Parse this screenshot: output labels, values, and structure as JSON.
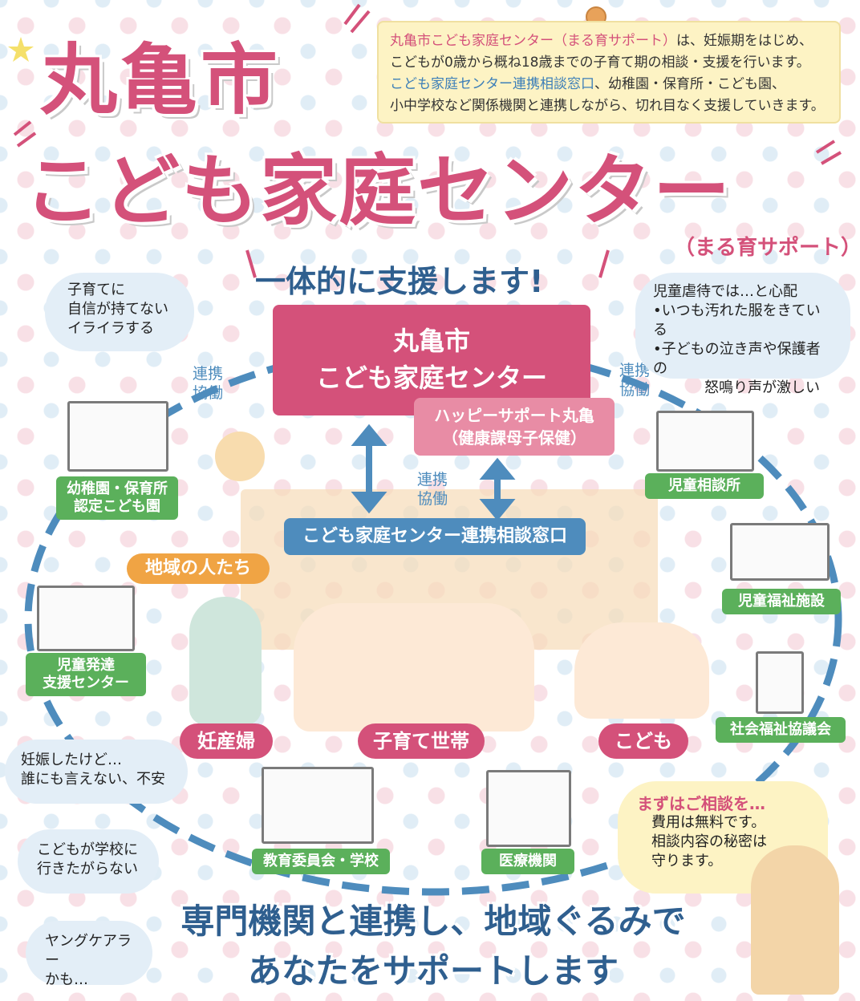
{
  "title": {
    "line1": "丸亀市",
    "line2": "こども家庭センター",
    "sub": "（まる育サポート）"
  },
  "intro": {
    "line1_hl": "丸亀市こども家庭センター（まる育サポート）",
    "line1_rest": "は、妊娠期をはじめ、",
    "line2": "こどもが0歳から概ね18歳までの子育て期の相談・支援を行います。",
    "line3_hl": "こども家庭センター連携相談窓口",
    "line3_rest": "、幼稚園・保育所・こども園、",
    "line4": "小中学校など関係機関と連携しながら、切れ目なく支援していきます。"
  },
  "slogan": "一体的に支援します!",
  "center": {
    "line1": "丸亀市",
    "line2": "こども家庭センター"
  },
  "happy": {
    "line1": "ハッピーサポート丸亀",
    "line2": "（健康課母子保健）"
  },
  "window": "こども家庭センター連携相談窓口",
  "renkei": {
    "line1": "連携",
    "line2": "協働"
  },
  "orgs": {
    "kindergarten": {
      "line1": "幼稚園・保育所",
      "line2": "認定こども園"
    },
    "child_guidance": "児童相談所",
    "welfare_facility": "児童福祉施設",
    "dev_support": {
      "line1": "児童発達",
      "line2": "支援センター"
    },
    "social_welfare": "社会福祉協議会",
    "education": "教育委員会・学校",
    "medical": "医療機関"
  },
  "community": "地域の人たち",
  "groups": {
    "pregnant": "妊産婦",
    "families": "子育て世帯",
    "children": "こども"
  },
  "clouds": {
    "c1": {
      "line1": "子育てに",
      "line2": "自信が持てない",
      "line3": "イライラする"
    },
    "c2": {
      "line1": "児童虐待では…と心配",
      "line2": "•いつも汚れた服をきている",
      "line3": "•子どもの泣き声や保護者の",
      "line4": "怒鳴り声が激しい"
    },
    "c3": {
      "line1": "妊娠したけど…",
      "line2": "誰にも言えない、不安"
    },
    "c4": {
      "line1": "こどもが学校に",
      "line2": "行きたがらない"
    },
    "c5": {
      "line1": "ヤングケアラー",
      "line2": "かも…"
    },
    "c6": {
      "heading": "まずはご相談を…",
      "line1": "費用は無料です。",
      "line2": "相談内容の秘密は",
      "line3": "守ります。"
    }
  },
  "message": {
    "line1": "専門機関と連携し、地域ぐるみで",
    "line2": "あなたをサポートします"
  },
  "colors": {
    "pink": "#d4517a",
    "blue": "#4e8cbd",
    "green": "#5bb05b",
    "cream": "#fdf3c4",
    "orange": "#f0a444"
  }
}
